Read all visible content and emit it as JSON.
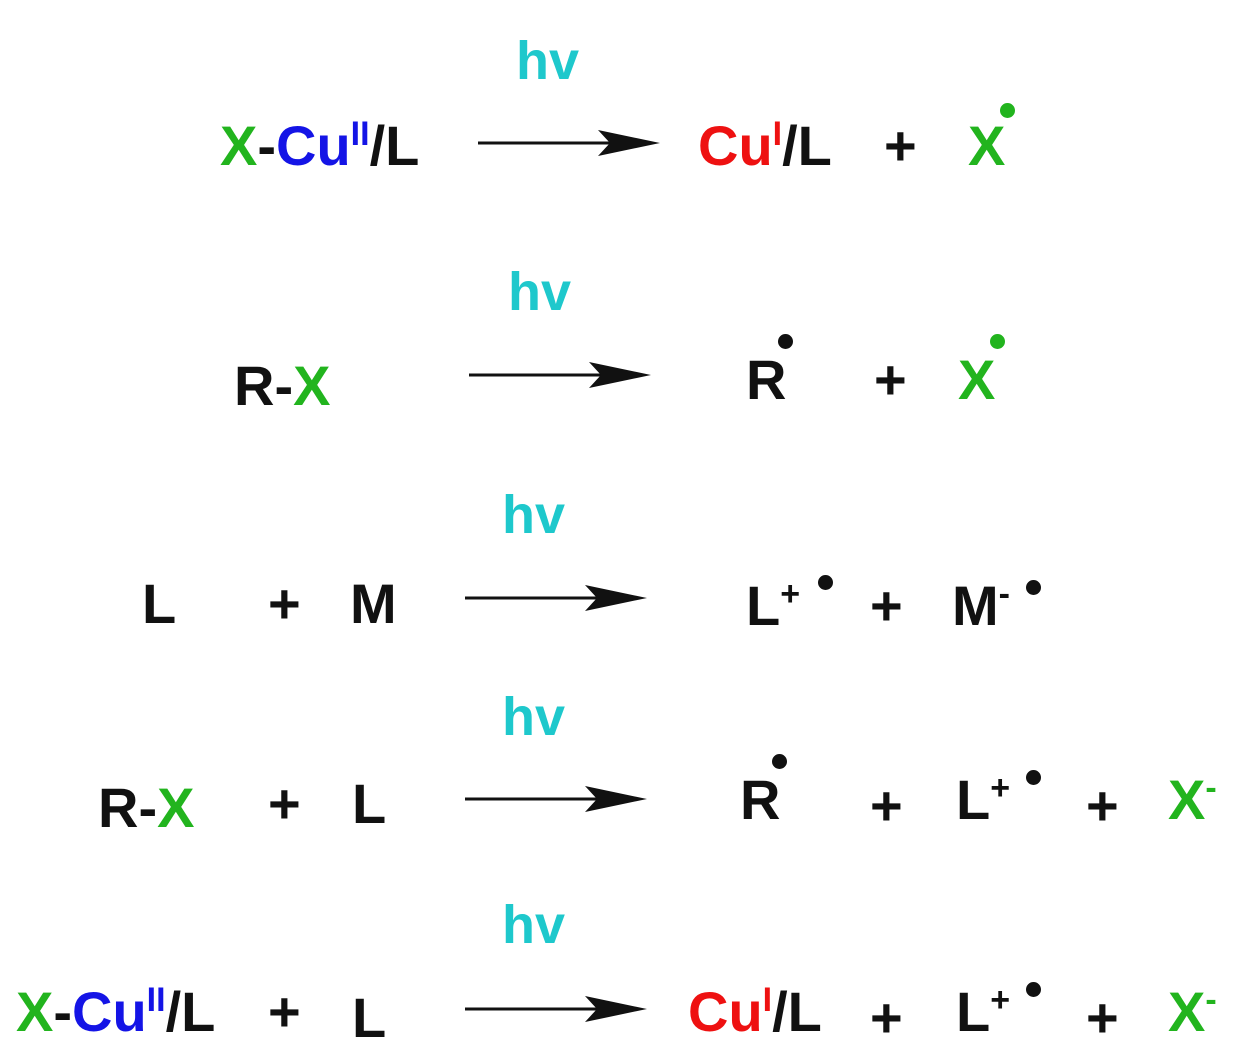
{
  "colors": {
    "black": "#111111",
    "green": "#22b41e",
    "blue": "#1414e6",
    "red": "#ee1111",
    "cyan": "#1ec8cc"
  },
  "text": {
    "hv": "hv",
    "X": "X",
    "Cu": "Cu",
    "II": "II",
    "I": "I",
    "slash_L": "/L",
    "L": "L",
    "M": "M",
    "R": "R",
    "R_dash": "R-",
    "dash": "-",
    "plus": "+",
    "minus": "-"
  },
  "reactions": [
    {
      "reactant": "X-CuII/L",
      "condition": "hv",
      "products": [
        "CuI/L",
        "X•"
      ]
    },
    {
      "reactant": "R-X",
      "condition": "hv",
      "products": [
        "R•",
        "X•"
      ]
    },
    {
      "reactant": "L + M",
      "condition": "hv",
      "products": [
        "L+•",
        "M-•"
      ]
    },
    {
      "reactant": "R-X + L",
      "condition": "hv",
      "products": [
        "R•",
        "L+•",
        "X-"
      ]
    },
    {
      "reactant": "X-CuII/L + L",
      "condition": "hv",
      "products": [
        "CuI/L",
        "L+•",
        "X-"
      ]
    }
  ]
}
